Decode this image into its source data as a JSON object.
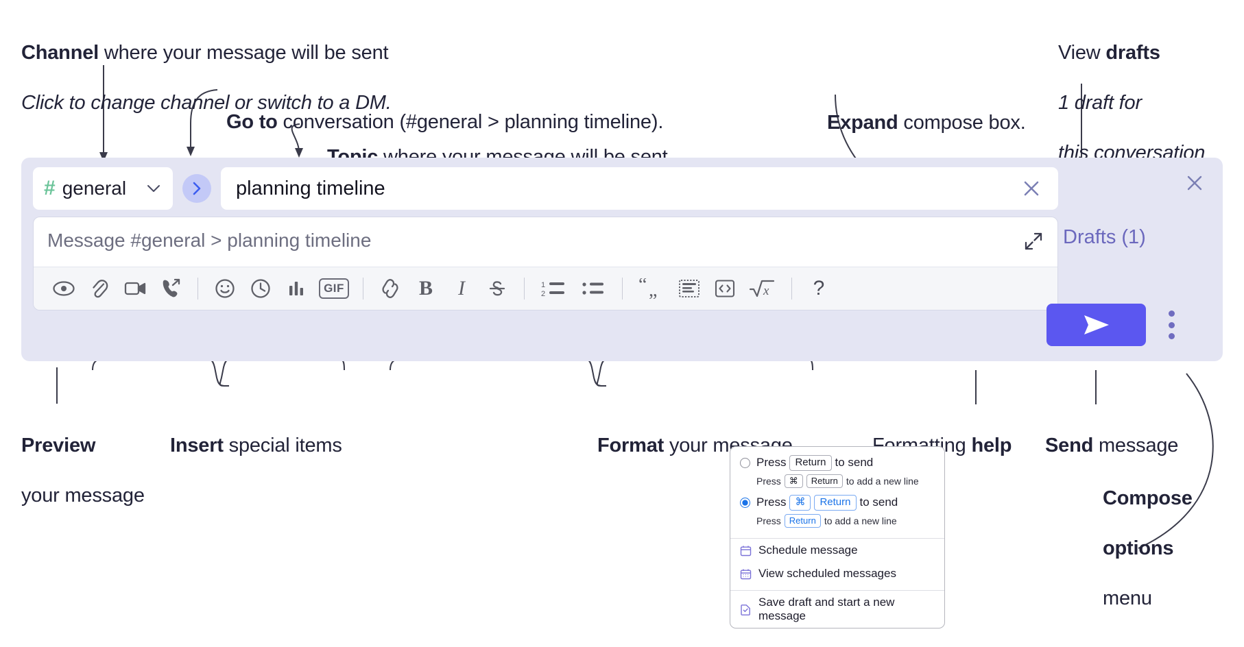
{
  "annotations": {
    "channel": {
      "line1_bold": "Channel",
      "line1_rest": " where your message will be sent",
      "line2_italic": "Click to change channel or switch to a DM."
    },
    "goto": {
      "bold": "Go to",
      "rest": " conversation (#general > planning timeline)."
    },
    "topic": {
      "bold": "Topic",
      "rest": " where your message will be sent"
    },
    "expand": {
      "bold": "Expand",
      "rest": " compose box."
    },
    "drafts": {
      "line1_plain": "View ",
      "line1_bold": "drafts",
      "line2_italic": "1 draft for",
      "line3_italic": "this conversation"
    },
    "preview": {
      "bold": "Preview",
      "rest": "your message"
    },
    "insert": {
      "bold": "Insert",
      "rest": " special items"
    },
    "format": {
      "bold": "Format",
      "rest": " your message"
    },
    "formatting_help": {
      "plain": "Formatting ",
      "bold": "help"
    },
    "send": {
      "bold": "Send",
      "rest": " message"
    },
    "compose_options": {
      "bold_line1": "Compose",
      "bold_line2": "options",
      "plain_line3": "menu"
    }
  },
  "compose": {
    "channel_picker": {
      "hash": "#",
      "name": "general",
      "chevron": "chevron-down"
    },
    "goto_button_label": "go-to-conversation",
    "topic": {
      "value": "planning timeline",
      "clear_label": "clear-topic"
    },
    "message": {
      "placeholder": "Message #general > planning timeline"
    },
    "expand_label": "expand-compose-box",
    "close_label": "close-compose",
    "drafts_label": "Drafts (1)",
    "send_label": "send",
    "kebab_label": "compose-options",
    "toolbar": [
      {
        "name": "preview-icon",
        "glyph": "eye"
      },
      {
        "name": "attachment-icon",
        "glyph": "paperclip"
      },
      {
        "name": "video-clip-icon",
        "glyph": "video"
      },
      {
        "name": "audio-clip-icon",
        "glyph": "phone"
      },
      {
        "name": "separator-1",
        "glyph": "sep"
      },
      {
        "name": "emoji-icon",
        "glyph": "smiley"
      },
      {
        "name": "reminder-icon",
        "glyph": "clock"
      },
      {
        "name": "poll-icon",
        "glyph": "bars"
      },
      {
        "name": "gif-icon",
        "glyph": "gif",
        "text": "GIF"
      },
      {
        "name": "separator-2",
        "glyph": "sep"
      },
      {
        "name": "link-icon",
        "glyph": "link"
      },
      {
        "name": "bold-icon",
        "glyph": "bold",
        "text": "B"
      },
      {
        "name": "italic-icon",
        "glyph": "italic",
        "text": "I"
      },
      {
        "name": "strikethrough-icon",
        "glyph": "strike"
      },
      {
        "name": "separator-3",
        "glyph": "sep"
      },
      {
        "name": "ordered-list-icon",
        "glyph": "ol"
      },
      {
        "name": "bulleted-list-icon",
        "glyph": "ul"
      },
      {
        "name": "separator-4",
        "glyph": "sep"
      },
      {
        "name": "blockquote-icon",
        "glyph": "quote"
      },
      {
        "name": "code-block-icon",
        "glyph": "codeblock"
      },
      {
        "name": "inline-code-icon",
        "glyph": "code"
      },
      {
        "name": "math-icon",
        "glyph": "math"
      },
      {
        "name": "separator-5",
        "glyph": "sep"
      },
      {
        "name": "formatting-help-icon",
        "glyph": "help",
        "text": "?"
      }
    ]
  },
  "options_menu": {
    "radio_options": [
      {
        "selected": false,
        "press": "Press",
        "keys": [
          "Return"
        ],
        "suffix": "to send",
        "sub_press": "Press",
        "sub_keys": [
          "⌘",
          "Return"
        ],
        "sub_suffix": "to add a new line"
      },
      {
        "selected": true,
        "press": "Press",
        "keys": [
          "⌘",
          "Return"
        ],
        "suffix": "to send",
        "sub_press": "Press",
        "sub_keys": [
          "Return"
        ],
        "sub_suffix": "to add a new line"
      }
    ],
    "items": [
      {
        "icon": "calendar-icon",
        "label": "Schedule message"
      },
      {
        "icon": "calendar-grid-icon",
        "label": "View scheduled messages"
      },
      {
        "icon": "draft-check-icon",
        "label": "Save draft and start a new message"
      }
    ]
  },
  "colors": {
    "panel_bg": "#e4e5f3",
    "send_button": "#5b57f0",
    "drafts_text": "#6b68bd",
    "hash_green": "#6cc49a",
    "goto_bg": "#c3c9f7",
    "accent_blue": "#1a73e8"
  }
}
